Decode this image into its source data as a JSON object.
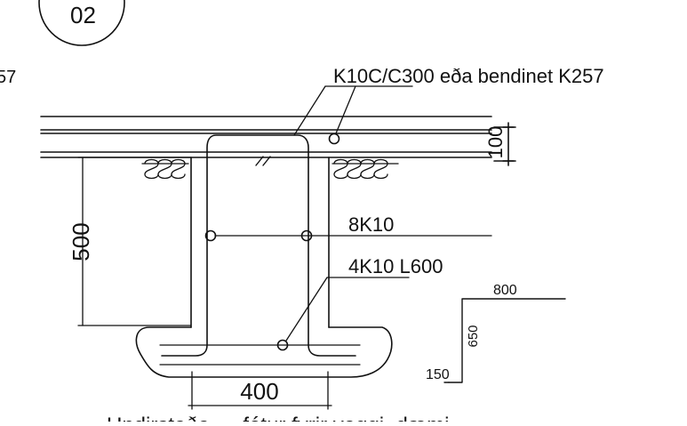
{
  "detail": {
    "number": "02",
    "left_fragment": "57",
    "caption_fragment": "Undirstaða — fótur fyrir veggi, dæmi"
  },
  "labels": {
    "top_rebar": "K10C/C300 eða bendinet K257",
    "middle_rebar": "8K10",
    "lower_rebar": "4K10 L600"
  },
  "dimensions": {
    "slab_thickness": "100",
    "wall_height": "500",
    "footing_width": "400"
  },
  "bent_bar": {
    "horizontal": "800",
    "vertical": "650",
    "hook": "150"
  }
}
